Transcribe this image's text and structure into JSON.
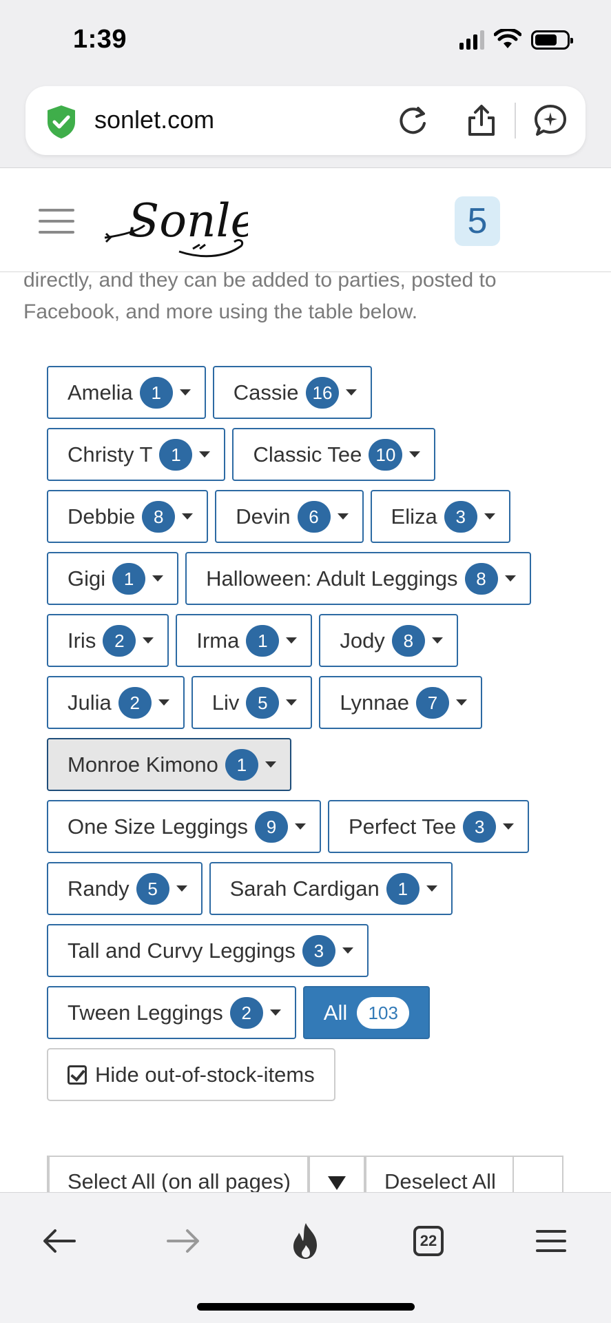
{
  "status_bar": {
    "time": "1:39"
  },
  "browser": {
    "url": "sonlet.com",
    "tab_count": "22"
  },
  "header": {
    "logo_text": "Sonlet",
    "cart_count": "5"
  },
  "intro_text": "directly, and they can be added to parties, posted to Facebook, and more using the table below.",
  "filters": [
    {
      "label": "Amelia",
      "count": "1"
    },
    {
      "label": "Cassie",
      "count": "16"
    },
    {
      "label": "Christy T",
      "count": "1"
    },
    {
      "label": "Classic Tee",
      "count": "10"
    },
    {
      "label": "Debbie",
      "count": "8"
    },
    {
      "label": "Devin",
      "count": "6"
    },
    {
      "label": "Eliza",
      "count": "3"
    },
    {
      "label": "Gigi",
      "count": "1"
    },
    {
      "label": "Halloween: Adult Leggings",
      "count": "8"
    },
    {
      "label": "Iris",
      "count": "2"
    },
    {
      "label": "Irma",
      "count": "1"
    },
    {
      "label": "Jody",
      "count": "8"
    },
    {
      "label": "Julia",
      "count": "2"
    },
    {
      "label": "Liv",
      "count": "5"
    },
    {
      "label": "Lynnae",
      "count": "7"
    },
    {
      "label": "Monroe Kimono",
      "count": "1"
    },
    {
      "label": "One Size Leggings",
      "count": "9"
    },
    {
      "label": "Perfect Tee",
      "count": "3"
    },
    {
      "label": "Randy",
      "count": "5"
    },
    {
      "label": "Sarah Cardigan",
      "count": "1"
    },
    {
      "label": "Tall and Curvy Leggings",
      "count": "3"
    },
    {
      "label": "Tween Leggings",
      "count": "2"
    }
  ],
  "all_filter": {
    "label": "All",
    "count": "103"
  },
  "hide_out_of_stock": {
    "label": "Hide out-of-stock-items",
    "checked": true
  },
  "table_controls": {
    "select_all": "Select All (on all pages)",
    "deselect_all": "Deselect All"
  },
  "colors": {
    "primary": "#337ab7",
    "badge": "#2d6aa3",
    "cart_bg": "#d9ecf7"
  }
}
